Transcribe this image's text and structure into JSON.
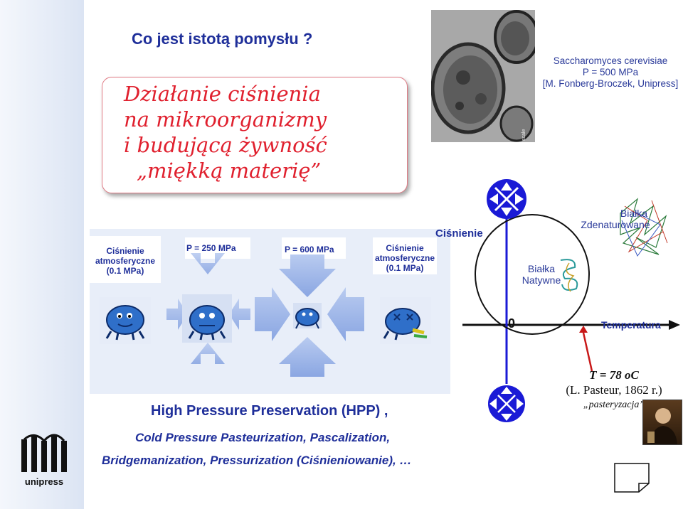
{
  "question": "Co jest istotą pomysłu ?",
  "title": {
    "line1": "Działanie ciśnienia",
    "line2": "na mikroorganizmy",
    "line3": "i budującą żywność",
    "line4": "„miękką materię”"
  },
  "yeast": {
    "name": "Saccharomyces cerevisiae",
    "pressure": "P = 500 MPa",
    "credit": "[M. Fonberg-Broczek, Unipress]"
  },
  "panel": {
    "atm_left_1": "Ciśnienie",
    "atm_left_2": "atmosferyczne",
    "atm_left_3": "(0.1 MPa)",
    "p250": "P = 250 MPa",
    "p600": "P = 600 MPa",
    "atm_right_1": "Ciśnienie",
    "atm_right_2": "atmosferyczne",
    "atm_right_3": "(0.1 MPa)"
  },
  "hpp": {
    "title": "High Pressure Preservation (HPP) ,",
    "alt1": "Cold Pressure Pasteurization, Pascalization,",
    "alt2": "Bridgemanization, Pressurization (Ciśnieniowanie), …"
  },
  "logo_text": "unipress",
  "diagram": {
    "pressure_label": "Ciśnienie",
    "temperature_label": "Temperatura",
    "zero": "0",
    "denatured_1": "Białka",
    "denatured_2": "Zdenaturowane",
    "native_1": "Białka",
    "native_2": "Natywne"
  },
  "pasteur": {
    "temp": "T = 78 oC",
    "ref": "(L. Pasteur, 1862 r.)",
    "word": "„pasteryzacja”"
  },
  "colors": {
    "navy": "#1f2f9a",
    "title_red": "#e0202e",
    "arrow_blue": "#9cb4e8",
    "diagram_blue": "#1a1ad6"
  }
}
